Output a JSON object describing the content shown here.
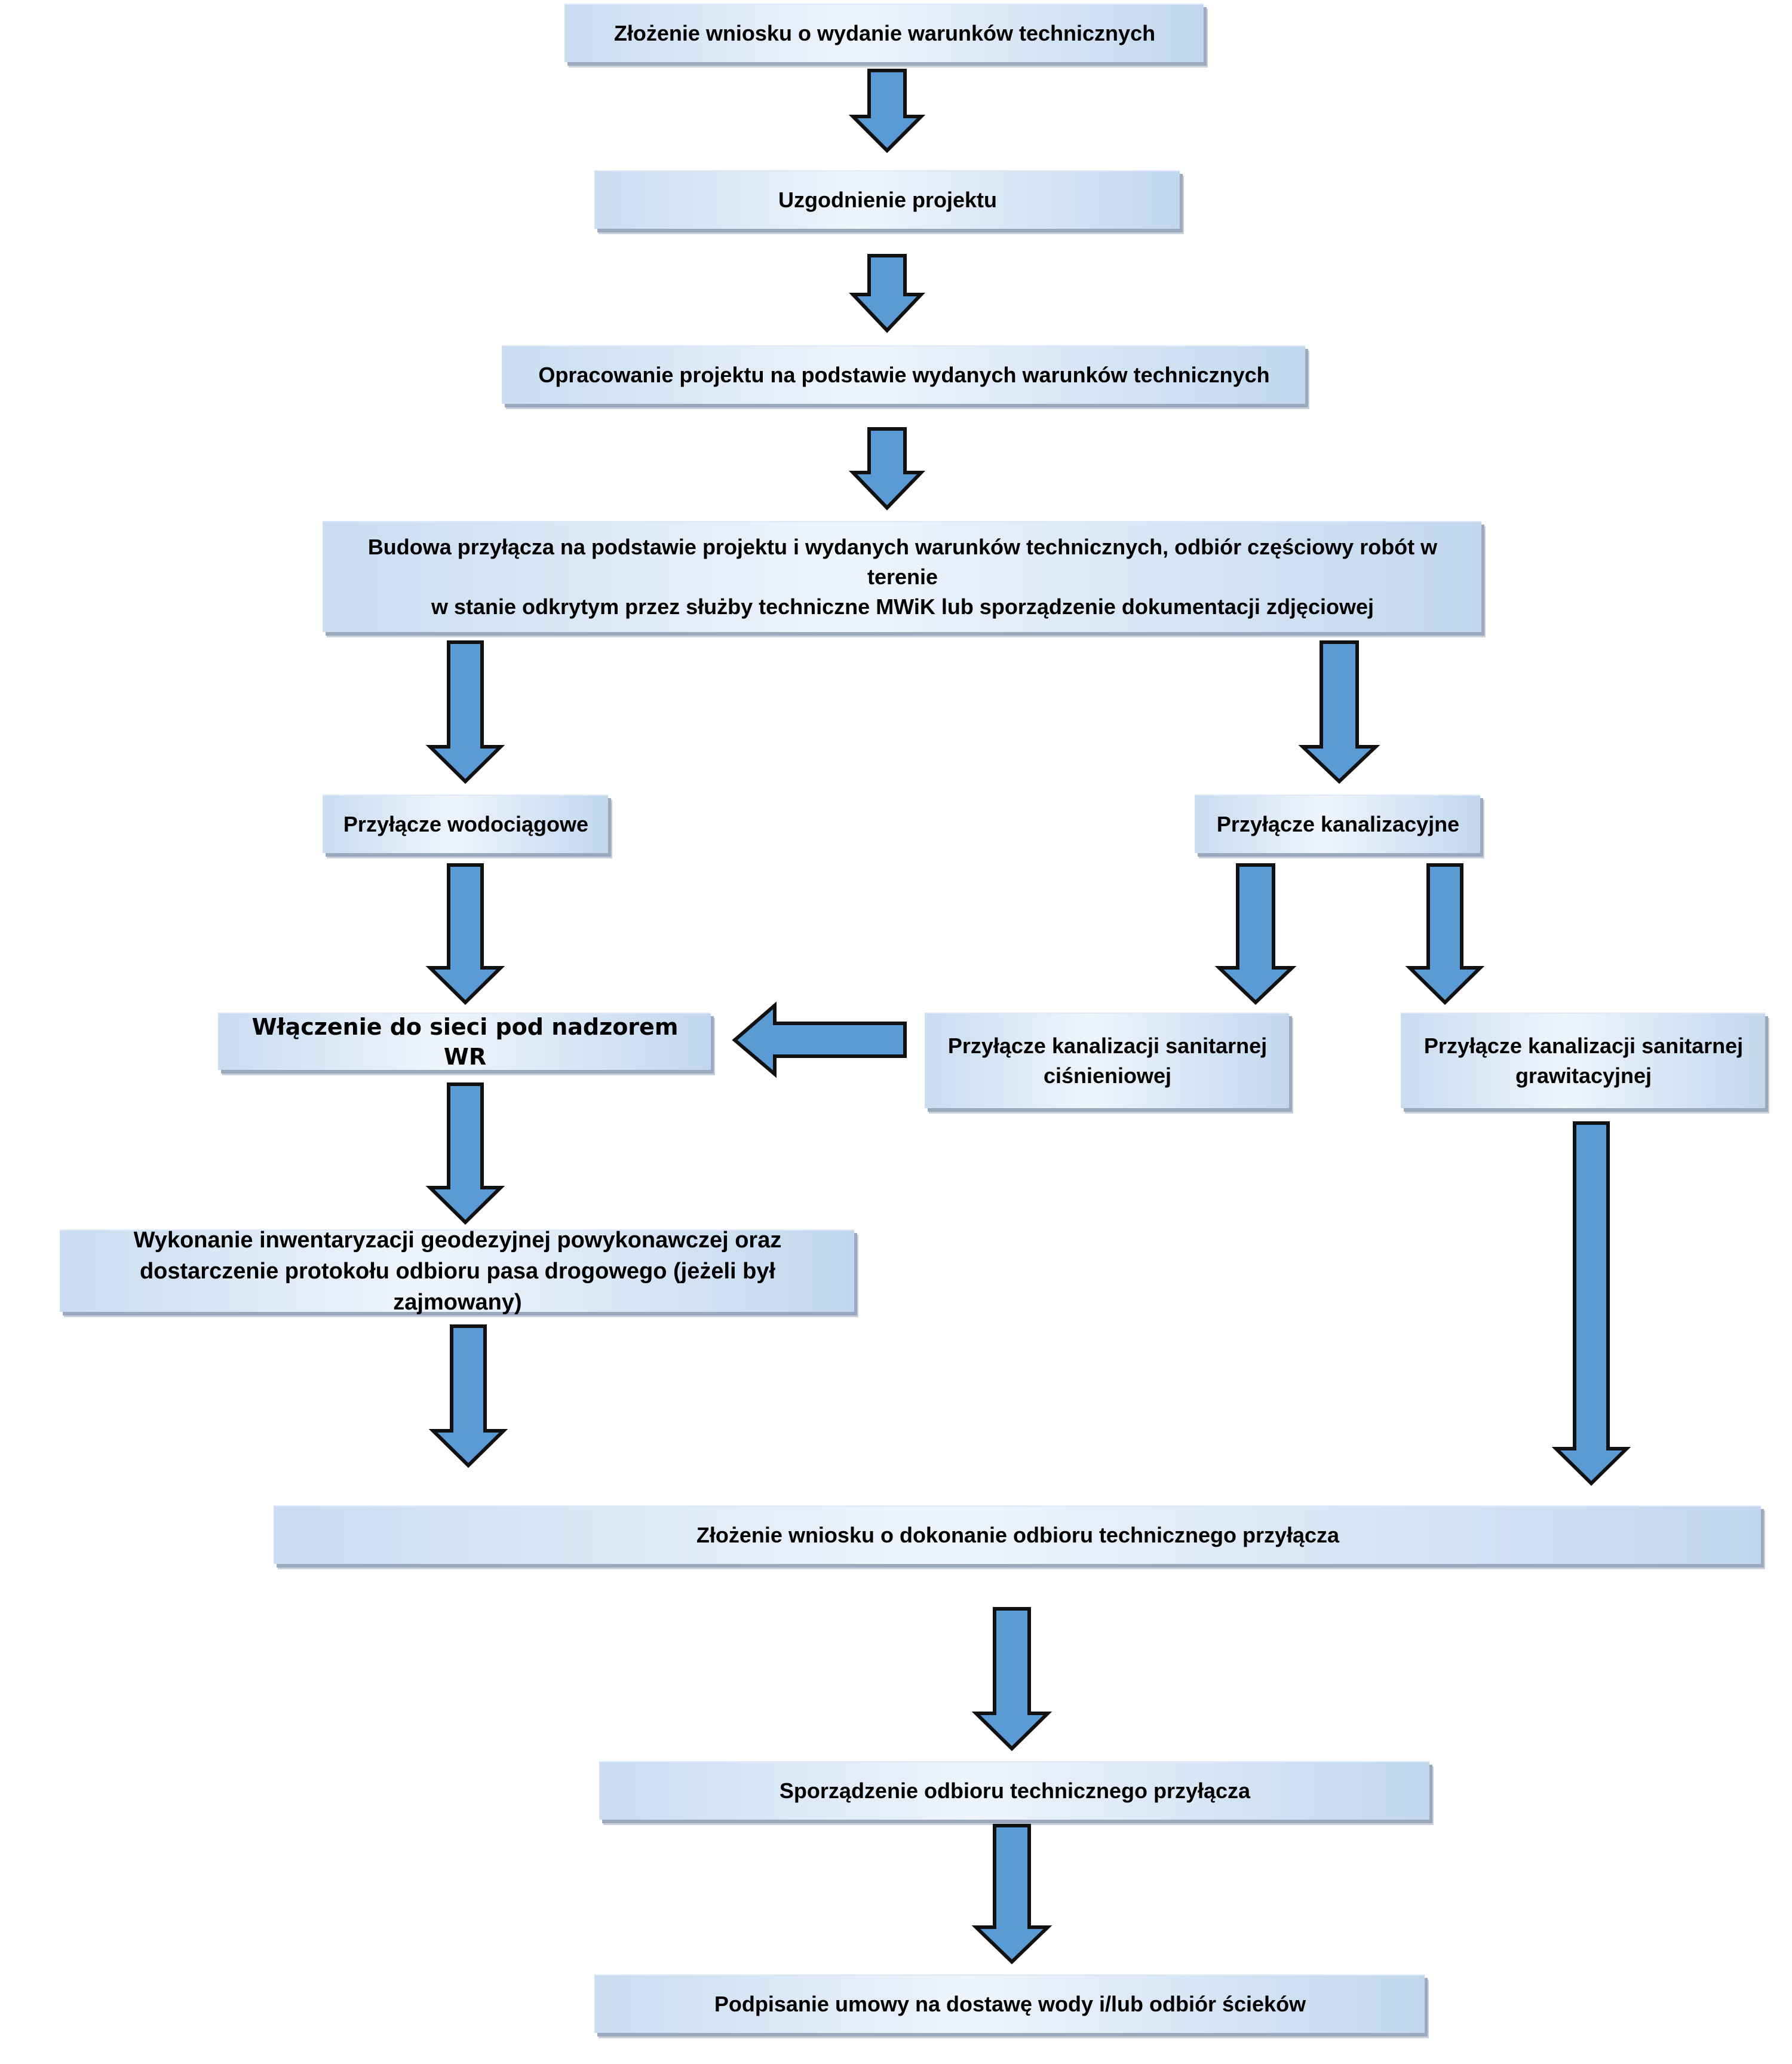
{
  "diagram": {
    "steps": {
      "wniosek_warunki": "Złożenie wniosku o wydanie warunków technicznych",
      "uzgodnienie": "Uzgodnienie projektu",
      "opracowanie": "Opracowanie projektu na podstawie wydanych warunków technicznych",
      "budowa": "Budowa przyłącza na podstawie projektu i wydanych warunków technicznych, odbiór częściowy robót w terenie\nw stanie odkrytym przez służby techniczne MWiK lub sporządzenie dokumentacji zdjęciowej",
      "wodociagowe": "Przyłącze wodociągowe",
      "kanalizacyjne": "Przyłącze kanalizacyjne",
      "wlaczenie": "Włączenie do sieci pod nadzorem WR",
      "cisnieniowa": "Przyłącze kanalizacji sanitarnej\nciśnieniowej",
      "grawitacyjna": "Przyłącze kanalizacji sanitarnej\ngrawitacyjnej",
      "inwentaryzacja": "Wykonanie  inwentaryzacji geodezyjnej powykonawczej oraz\ndostarczenie protokołu odbioru pasa drogowego (jeżeli był zajmowany)",
      "wniosek_odbior": "Złożenie wniosku o dokonanie odbioru technicznego przyłącza",
      "sporzadzenie": "Sporządzenie odbioru technicznego przyłącza",
      "umowa": "Podpisanie umowy na dostawę wody i/lub odbiór ścieków"
    },
    "colors": {
      "arrow_fill": "#5b9bd5",
      "arrow_stroke": "#111111",
      "box_gradient": [
        "#c9dcf0",
        "#eef5fc",
        "#c2d7ee"
      ]
    }
  }
}
